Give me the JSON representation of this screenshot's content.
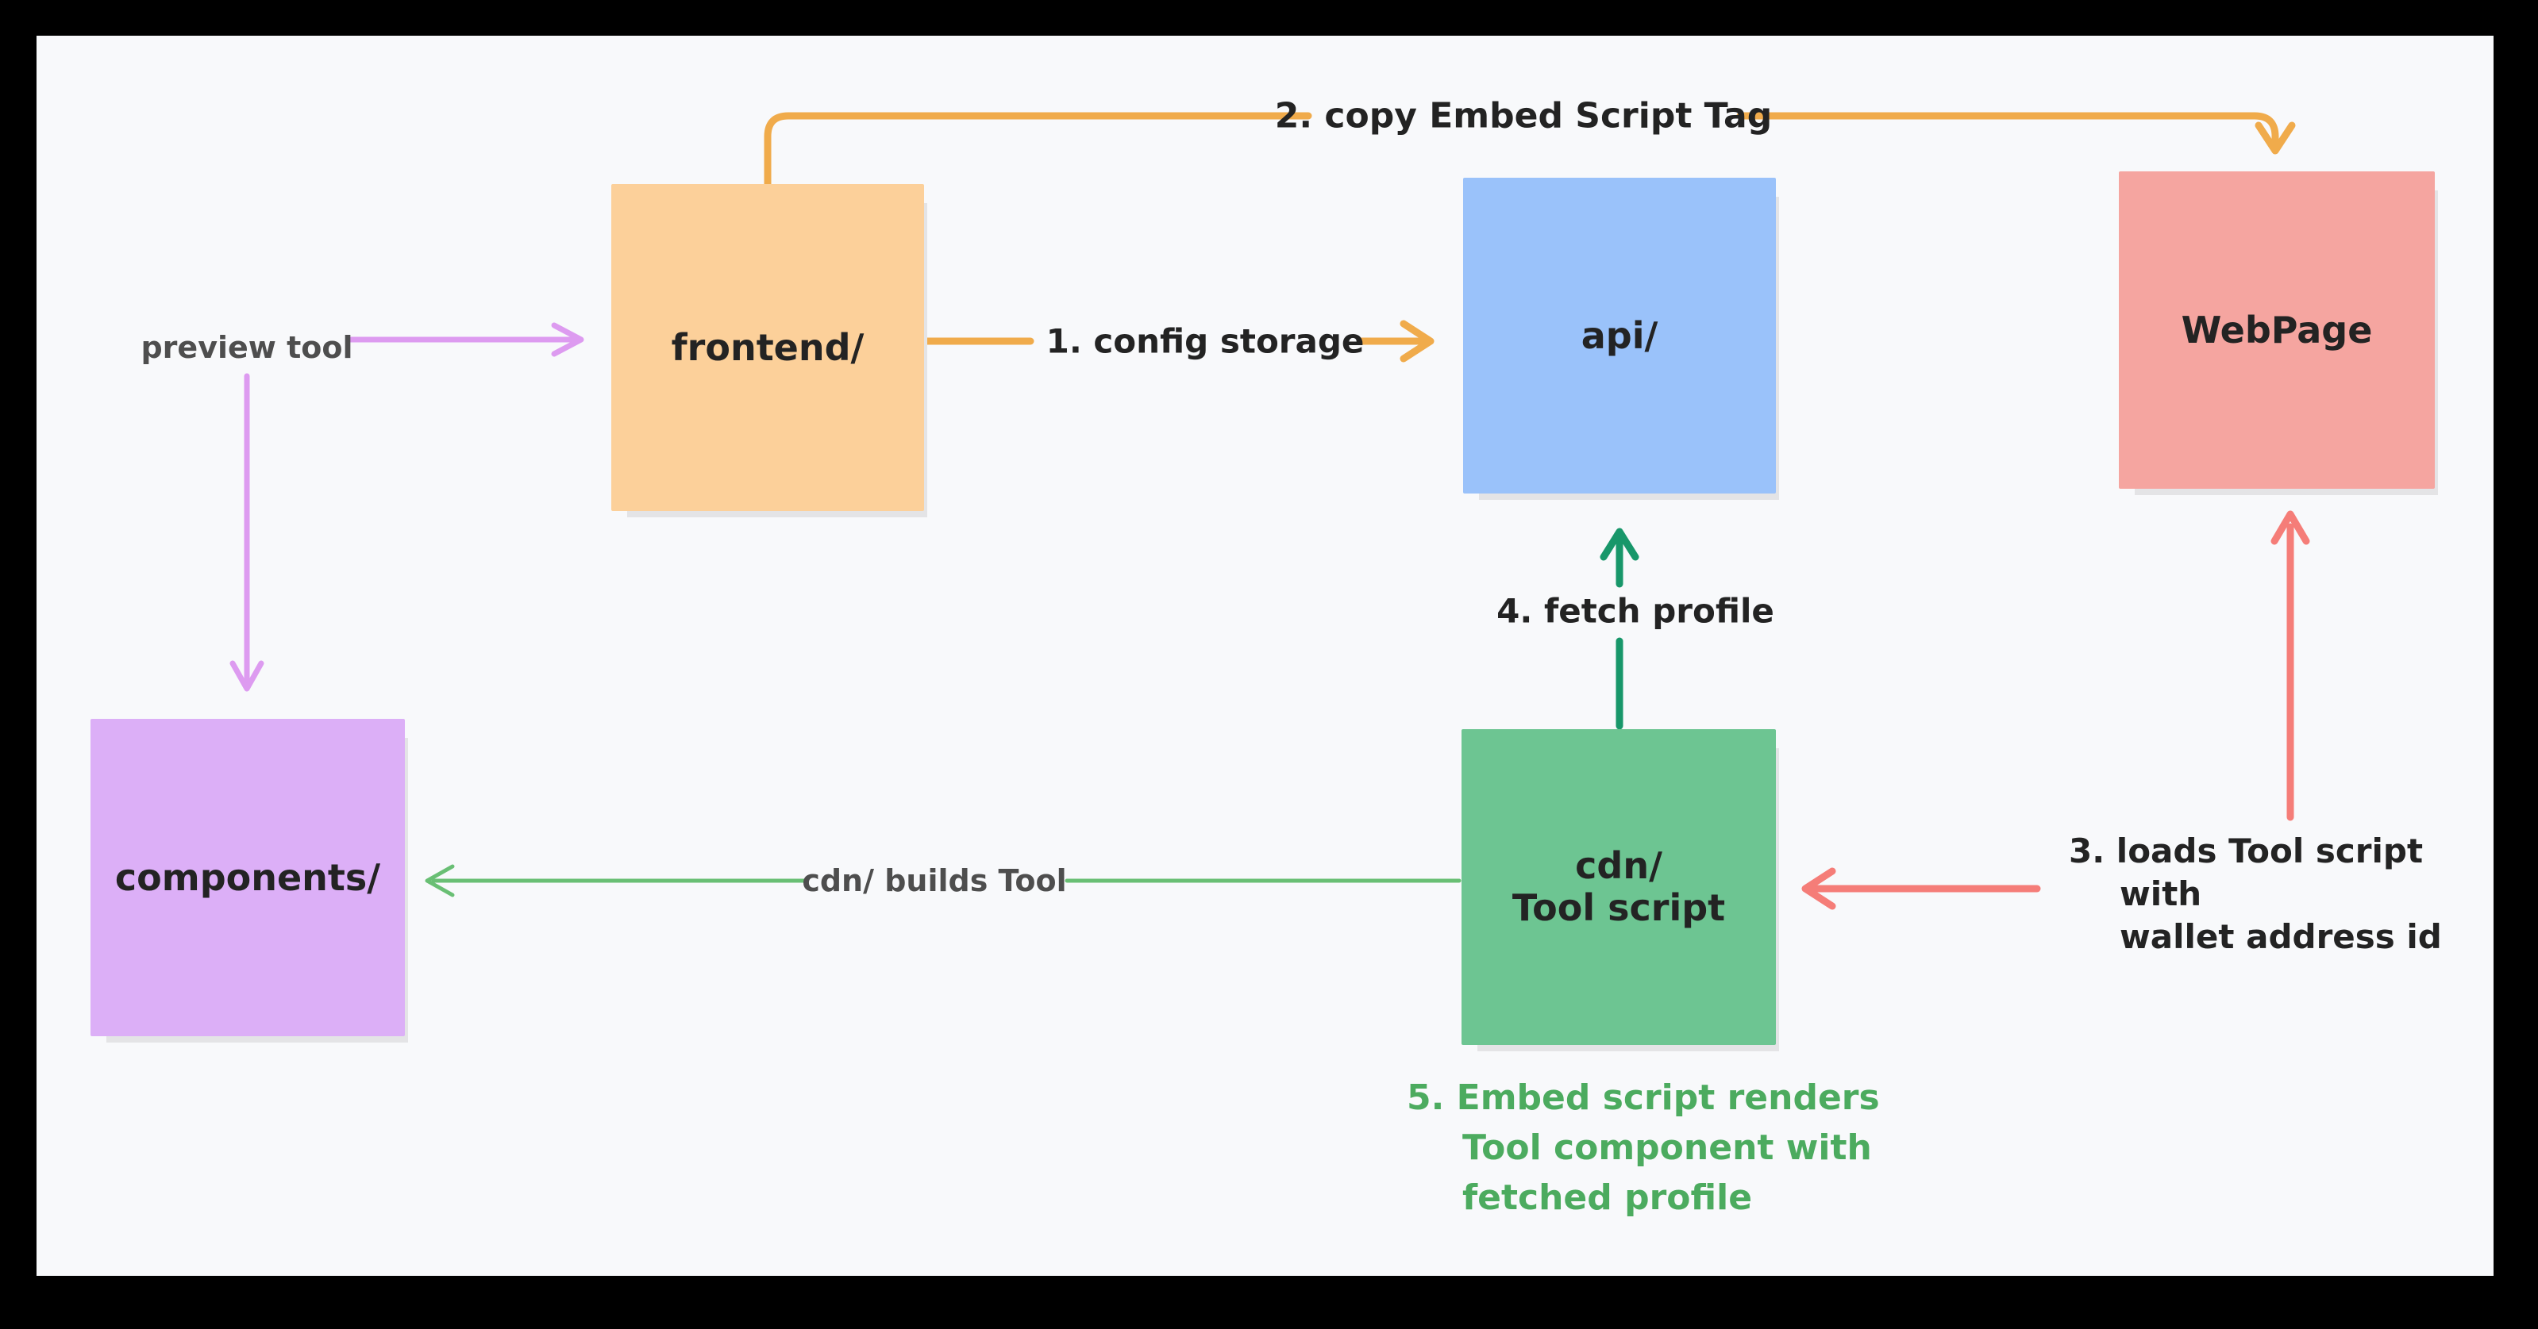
{
  "colors": {
    "frame": "#000000",
    "surface": "#f8f9fb",
    "shadow": "#e4e4e6",
    "orange-box": "#fcd09a",
    "blue-box": "#9ac2fa",
    "pink-box": "#f5a5a0",
    "purple-box": "#dcaff7",
    "green-box": "#6dc592",
    "orange": "#f0ab4b",
    "purple": "#dd9bf0",
    "dark-green": "#18976a",
    "light-green": "#69bf74",
    "red": "#f57d78",
    "green-text": "#4cab5f",
    "gray-text": "#4e4e4e",
    "black-text": "#232323"
  },
  "nodes": {
    "frontend": {
      "label": "frontend/"
    },
    "api": {
      "label": "api/"
    },
    "webpage": {
      "label": "WebPage"
    },
    "components": {
      "label": "components/"
    },
    "cdn": {
      "label_line1": "cdn/",
      "label_line2": "Tool script"
    }
  },
  "edges": {
    "step1": {
      "label": "1. config storage"
    },
    "step2": {
      "label": "2. copy Embed Script Tag"
    },
    "step3": {
      "line1": "3. loads Tool script",
      "line2": "with",
      "line3": "wallet address id"
    },
    "step4": {
      "label": "4. fetch profile"
    },
    "step5": {
      "line1": "5. Embed script renders",
      "line2": "Tool component with",
      "line3": "fetched profile"
    },
    "preview": {
      "label": "preview tool"
    },
    "builds": {
      "label": "cdn/ builds Tool"
    }
  }
}
